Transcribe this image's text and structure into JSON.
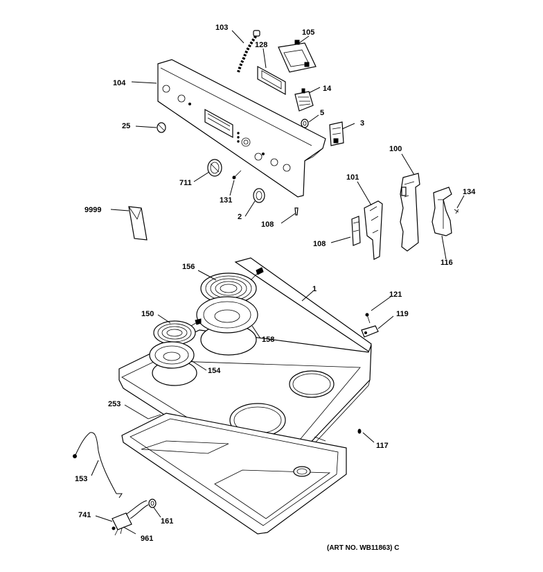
{
  "parts": {
    "p103": "103",
    "p105": "105",
    "p128": "128",
    "p104": "104",
    "p14": "14",
    "p5": "5",
    "p3": "3",
    "p25": "25",
    "p100": "100",
    "p101": "101",
    "p134": "134",
    "p711": "711",
    "p131": "131",
    "p9999": "9999",
    "p2": "2",
    "p108a": "108",
    "p108b": "108",
    "p116": "116",
    "p156": "156",
    "p1": "1",
    "p121": "121",
    "p119": "119",
    "p150": "150",
    "p158": "158",
    "p154": "154",
    "p253": "253",
    "p117": "117",
    "p153": "153",
    "p741": "741",
    "p161": "161",
    "p961": "961"
  },
  "caption": "(ART NO. WB11863) C"
}
